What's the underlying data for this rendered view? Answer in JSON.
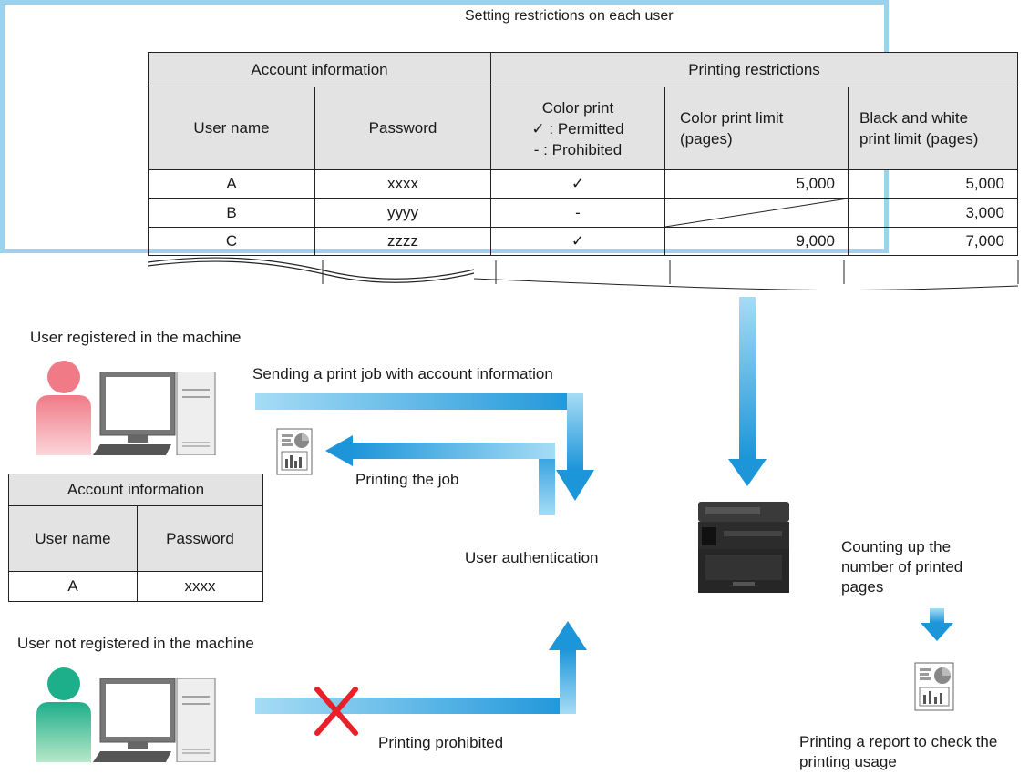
{
  "top_title": "Setting restrictions on each user",
  "restrictions_table": {
    "group_headers": [
      "Account information",
      "Printing restrictions"
    ],
    "col_user": "User name",
    "col_password": "Password",
    "col_color_print": [
      "Color print",
      "✓ : Permitted",
      "- : Prohibited"
    ],
    "col_color_limit": [
      "Color print limit",
      "(pages)"
    ],
    "col_bw_limit": [
      "Black and white",
      "print limit (pages)"
    ],
    "rows": [
      {
        "user": "A",
        "password": "xxxx",
        "color": "✓",
        "color_limit": "5,000",
        "bw_limit": "5,000"
      },
      {
        "user": "B",
        "password": "yyyy",
        "color": "-",
        "color_limit": "",
        "bw_limit": "3,000"
      },
      {
        "user": "C",
        "password": "zzzz",
        "color": "✓",
        "color_limit": "9,000",
        "bw_limit": "7,000"
      }
    ]
  },
  "registered_label": "User registered in the machine",
  "sending_label": "Sending a print job with account information",
  "printing_job_label": "Printing the job",
  "account_table": {
    "title": "Account information",
    "col_user": "User name",
    "col_password": "Password",
    "user": "A",
    "password": "xxxx"
  },
  "auth_label": "User authentication",
  "counting_label": "Counting up the number of printed pages",
  "not_registered_label": "User not registered in the machine",
  "prohibited_label": "Printing prohibited",
  "report_label": "Printing a report to check the printing usage",
  "colors": {
    "frame": "#9bd3ef",
    "arrow_light": "#a6dcf5",
    "arrow_dark": "#1c95d9",
    "registered_user": "#f07a86",
    "unregistered_user": "#1dae8a",
    "prohibit_mark": "#e8202a"
  }
}
